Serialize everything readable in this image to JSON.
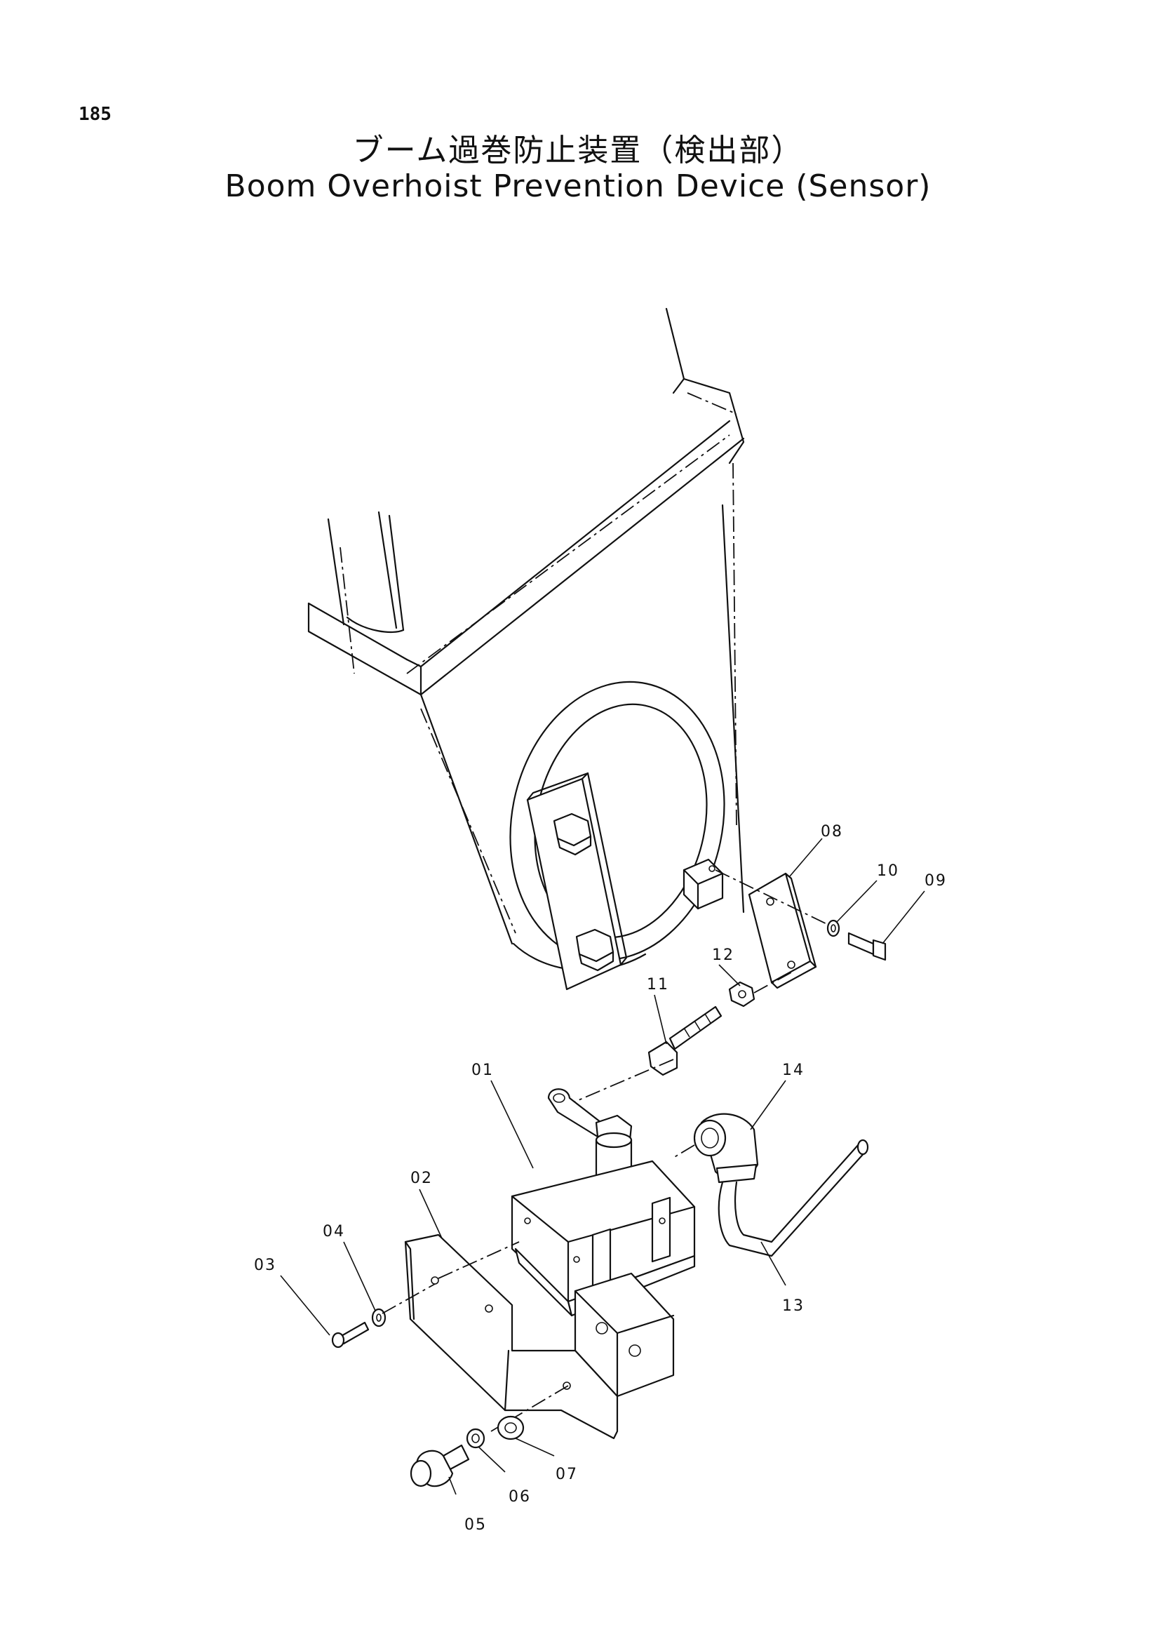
{
  "page": {
    "number": "185"
  },
  "title": {
    "japanese": "ブーム過巻防止装置（検出部）",
    "english": "Boom Overhoist Prevention Device (Sensor)"
  },
  "parts": [
    {
      "id": "p01",
      "label": "01"
    },
    {
      "id": "p02",
      "label": "02"
    },
    {
      "id": "p03",
      "label": "03"
    },
    {
      "id": "p04",
      "label": "04"
    },
    {
      "id": "p05",
      "label": "05"
    },
    {
      "id": "p06",
      "label": "06"
    },
    {
      "id": "p07",
      "label": "07"
    },
    {
      "id": "p08",
      "label": "08"
    },
    {
      "id": "p09",
      "label": "09"
    },
    {
      "id": "p10",
      "label": "10"
    },
    {
      "id": "p11",
      "label": "11"
    },
    {
      "id": "p12",
      "label": "12"
    },
    {
      "id": "p13",
      "label": "13"
    },
    {
      "id": "p14",
      "label": "14"
    }
  ]
}
